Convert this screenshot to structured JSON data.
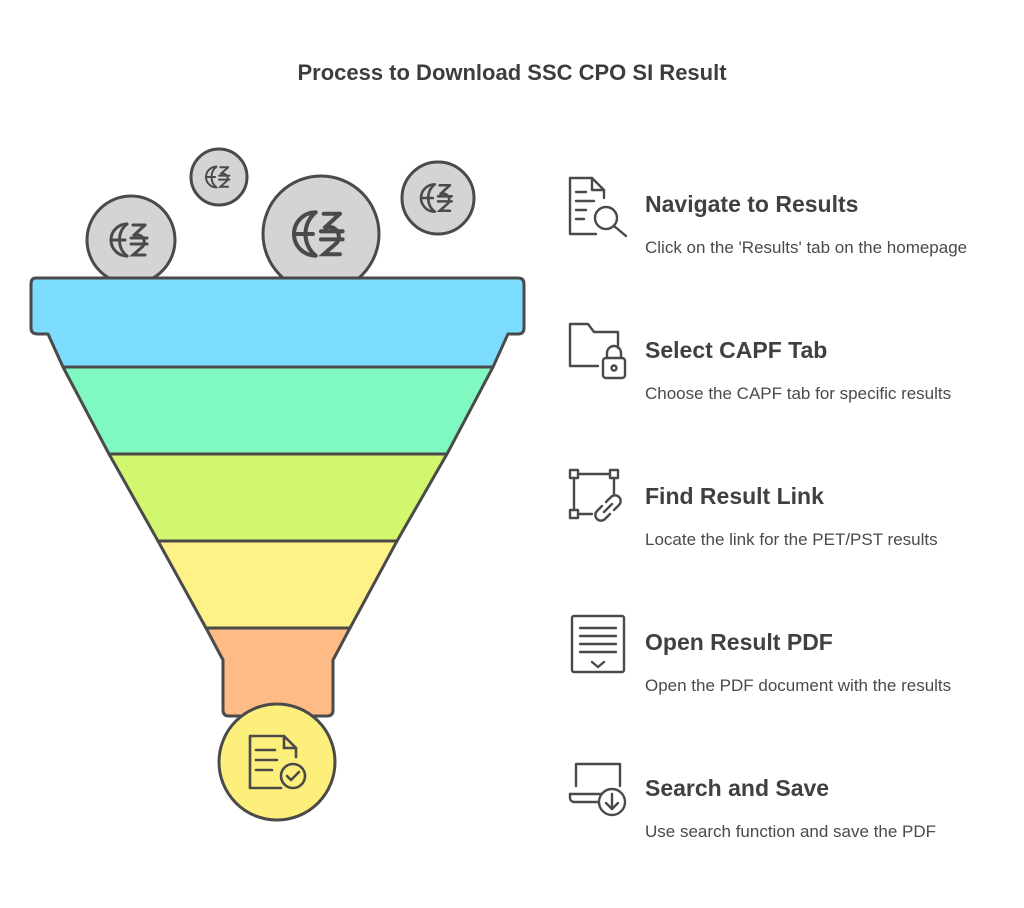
{
  "title": "Process to Download SSC CPO SI Result",
  "colors": {
    "outline": "#4a4a4a",
    "coin_fill": "#d4d4d4",
    "layer_1": "#7cdcfd",
    "layer_2": "#80f9c0",
    "layer_3": "#d1f76f",
    "layer_4": "#fef187",
    "layer_5": "#ffbb86",
    "output_circle": "#fdef7b"
  },
  "icons": {
    "coins": "currency-coin-icon",
    "output": "document-check-icon"
  },
  "steps": [
    {
      "title": "Navigate to Results",
      "description": "Click on the 'Results' tab on the homepage",
      "icon": "document-search-icon"
    },
    {
      "title": "Select CAPF Tab",
      "description": "Choose the CAPF tab for specific results",
      "icon": "folder-lock-icon"
    },
    {
      "title": "Find Result Link",
      "description": "Locate the link for the PET/PST results",
      "icon": "link-frame-icon"
    },
    {
      "title": "Open Result PDF",
      "description": "Open the PDF document with the results",
      "icon": "pdf-document-icon"
    },
    {
      "title": "Search and Save",
      "description": "Use search function and save the PDF",
      "icon": "laptop-download-icon"
    }
  ]
}
